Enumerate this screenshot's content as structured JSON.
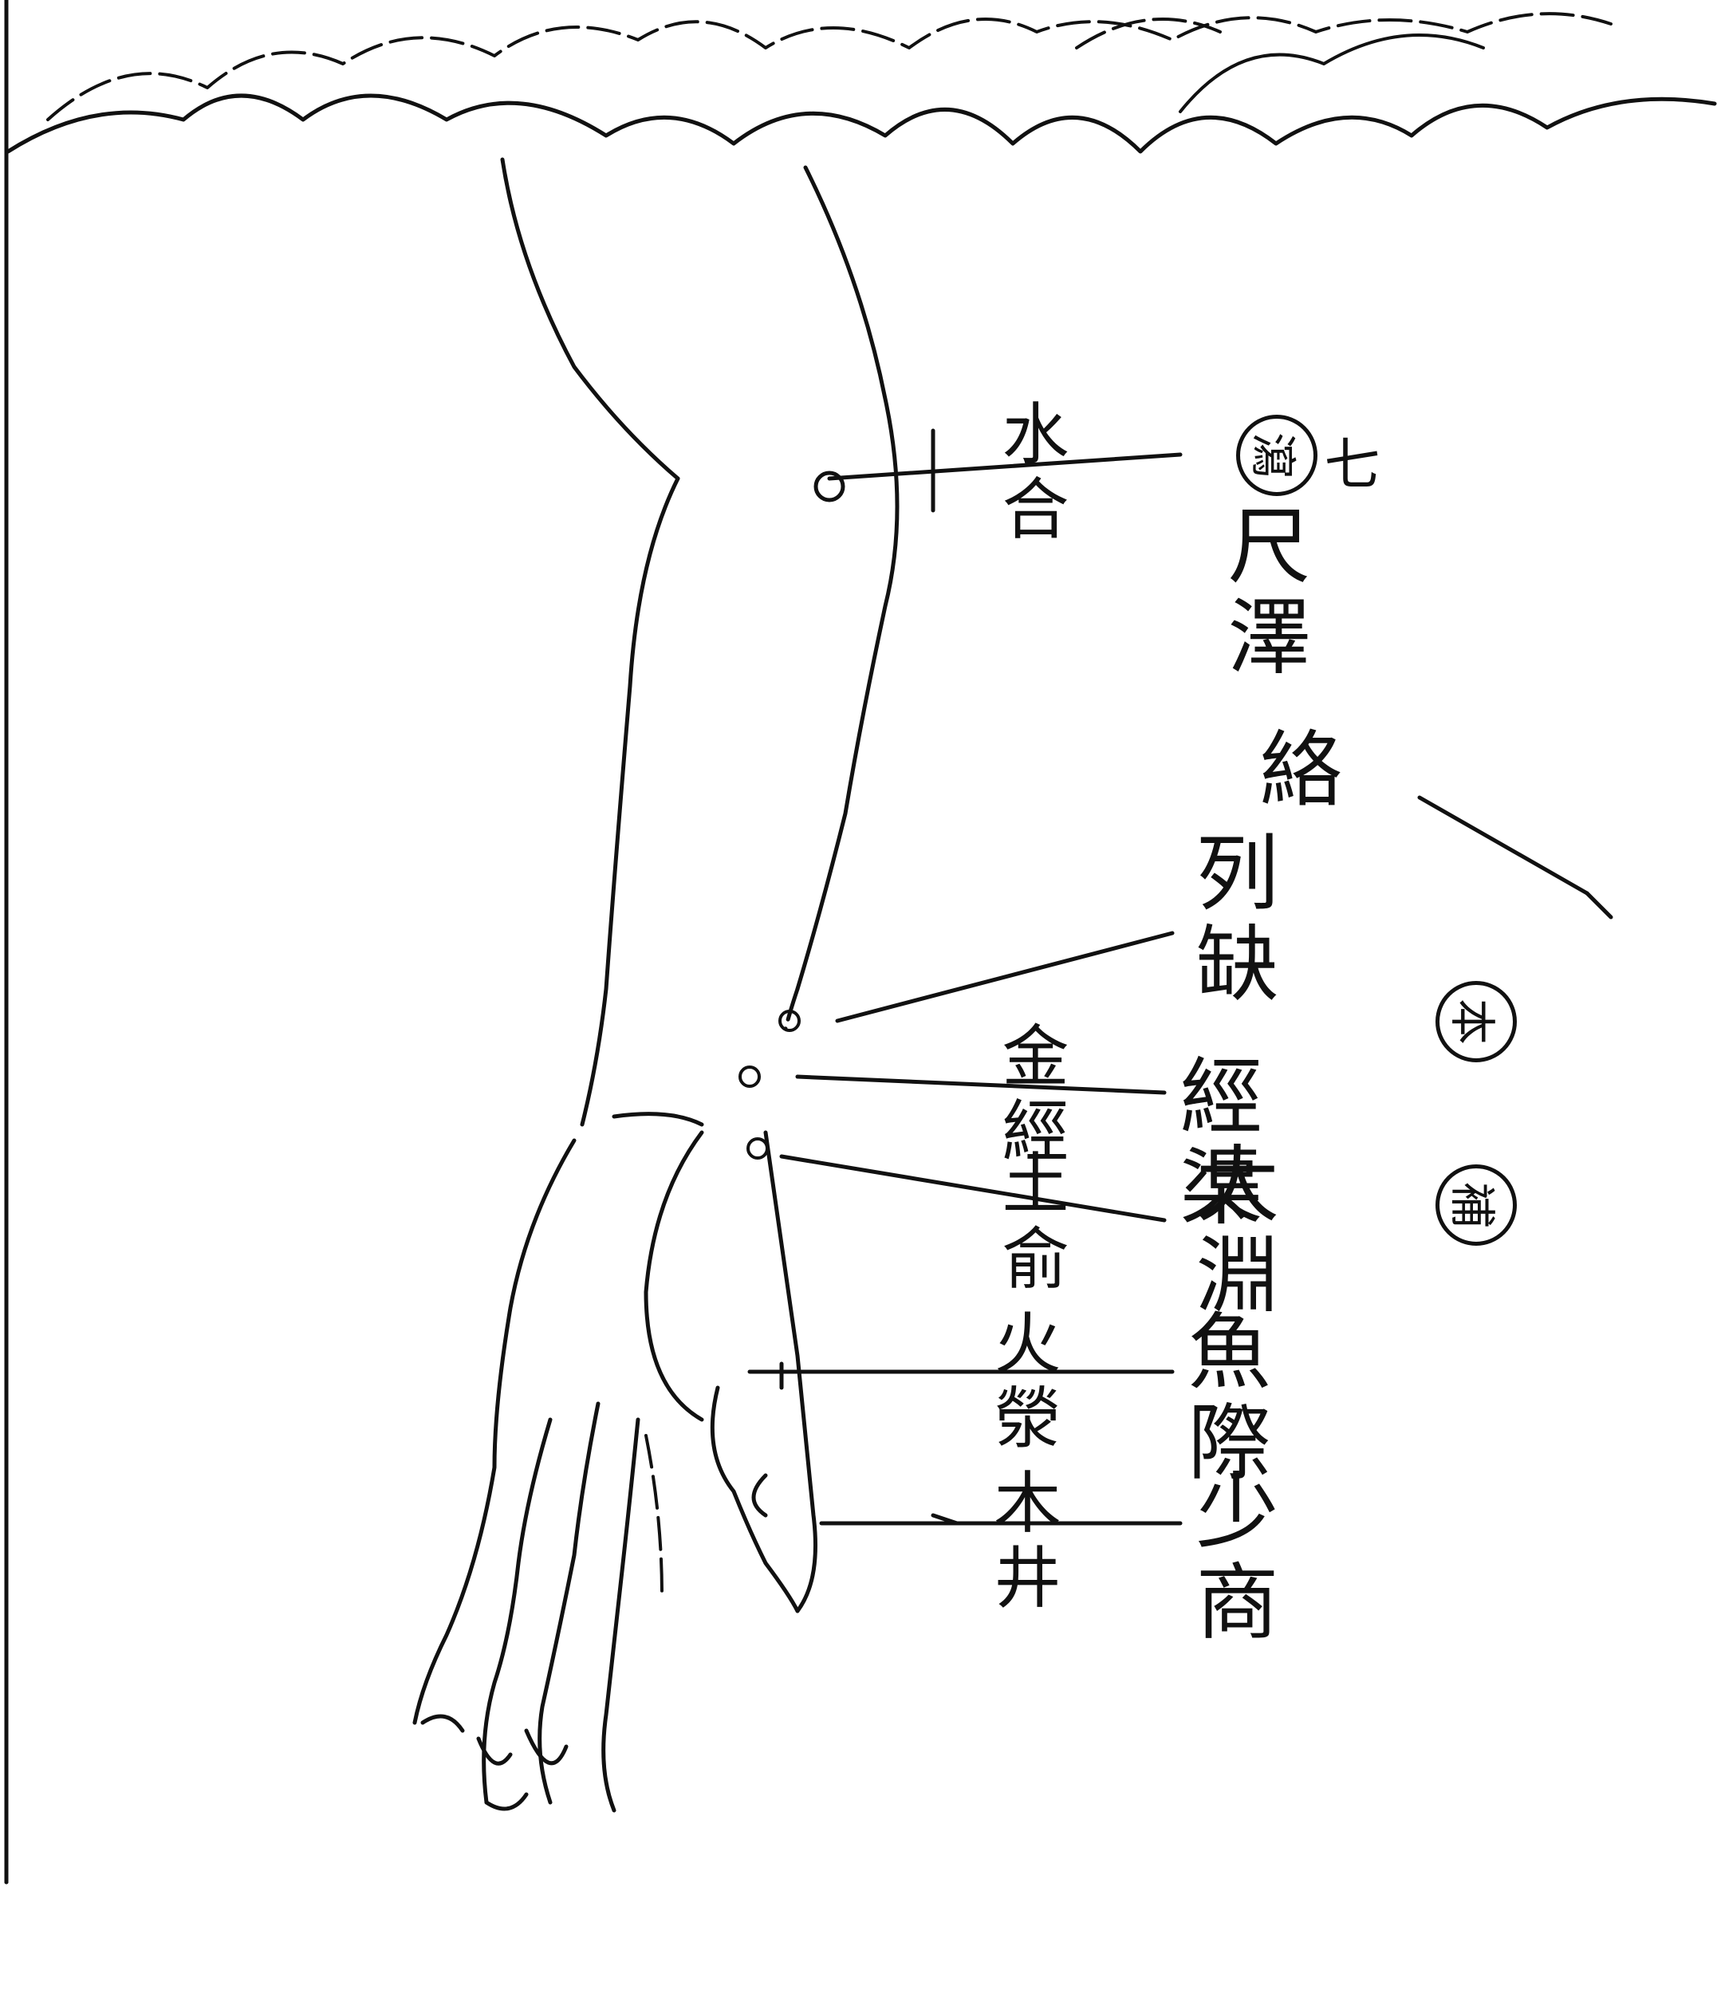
{
  "figure": {
    "page_mark": "七",
    "labels": {
      "chize": "尺澤",
      "shui_he": "水合",
      "xie_mark": "瀉",
      "lieque": "列缺",
      "luo_mark": "絡",
      "jingqu": "經渠",
      "ben_mark": "本",
      "taiyuan": "太淵",
      "bu_mark": "補",
      "jin_jing": "金經",
      "tu_shu": "土俞",
      "yuji": "魚際",
      "huo_ying": "火滎",
      "shaoshang": "少商",
      "mu_jing": "木井"
    }
  }
}
